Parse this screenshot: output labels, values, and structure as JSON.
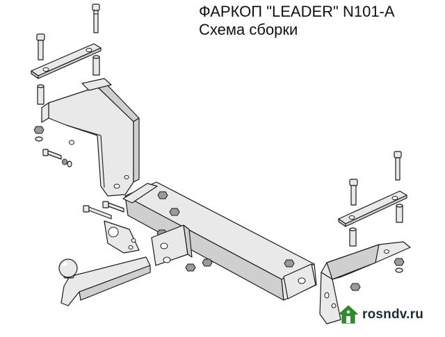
{
  "header": {
    "title": "ФАРКОП \"LEADER\" N101-A",
    "subtitle": "Схема сборки"
  },
  "watermark": {
    "site": "rosndv.ru",
    "icon": "house-logo-icon",
    "colors": {
      "house": "#2f8f2f",
      "roof": "#1f6e1f",
      "text": "#1f2a33"
    }
  },
  "colors": {
    "part_fill": "#e9e9e9",
    "outline": "#1a1a1a",
    "shade": "#cfcfcf"
  }
}
